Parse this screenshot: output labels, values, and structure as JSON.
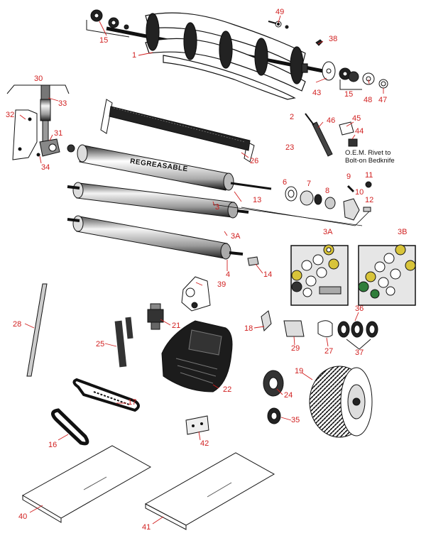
{
  "labels": {
    "c1": "1",
    "c2": "2",
    "c3": "3",
    "c3A": "3A",
    "c3B": "3B",
    "c4": "4",
    "c6": "6",
    "c7": "7",
    "c8": "8",
    "c9": "9",
    "c10": "10",
    "c11": "11",
    "c12": "12",
    "c13": "13",
    "c14": "14",
    "c15a": "15",
    "c15b": "15",
    "c16": "16",
    "c17": "17",
    "c18": "18",
    "c19": "19",
    "c21": "21",
    "c22": "22",
    "c23": "23",
    "c24": "24",
    "c25": "25",
    "c26": "26",
    "c27": "27",
    "c28": "28",
    "c29": "29",
    "c30": "30",
    "c31": "31",
    "c32": "32",
    "c33": "33",
    "c34": "34",
    "c35": "35",
    "c36": "36",
    "c37": "37",
    "c38": "38",
    "c39": "39",
    "c40": "40",
    "c41": "41",
    "c42": "42",
    "c43": "43",
    "c44": "44",
    "c45": "45",
    "c46": "46",
    "c47": "47",
    "c48": "48",
    "c49": "49",
    "box3A": "3A",
    "box3B": "3B"
  },
  "roller_text": "REGREASABLE",
  "note_line1": "O.E.M. Rivet to",
  "note_line2": "Bolt-on Bedknife",
  "colors": {
    "callout": "#d11f1f",
    "ink": "#111111",
    "box_fill": "#e6e6e6",
    "washer_gold": "#d8c43a",
    "washer_green": "#2f7d3a"
  }
}
